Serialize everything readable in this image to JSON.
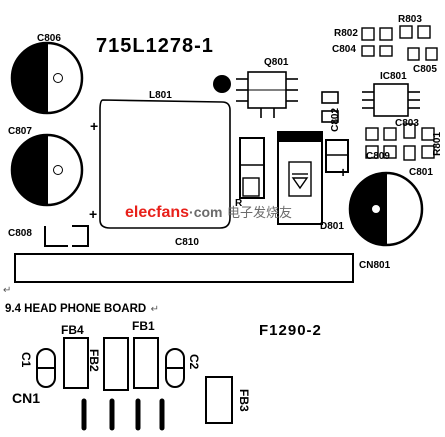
{
  "board1": {
    "model": "715L1278-1",
    "refs": {
      "c806": "C806",
      "c807": "C807",
      "c808": "C808",
      "c810": "C810",
      "l801": "L801",
      "q801": "Q801",
      "c802": "C802",
      "r802": "R802",
      "r803": "R803",
      "c804": "C804",
      "c805": "C805",
      "ic801": "IC801",
      "c803": "C803",
      "r801": "R801",
      "c809": "C809",
      "c801": "C801",
      "d801": "D801",
      "cn801": "CN801",
      "r": "R"
    },
    "plus_sign": "+",
    "watermark_latin": "elecfans",
    "watermark_dot": "·com",
    "watermark_cjk": "电子发烧友"
  },
  "section": {
    "heading": "9.4 HEAD PHONE BOARD",
    "return_mark": "↵"
  },
  "board2": {
    "model": "F1290-2",
    "refs": {
      "fb4": "FB4",
      "fb1": "FB1",
      "fb2": "FB2",
      "fb3": "FB3",
      "c1": "C1",
      "c2": "C2",
      "cn1": "CN1"
    }
  },
  "colors": {
    "ink": "#000000",
    "paper": "#ffffff",
    "watermark_red": "#e8201a",
    "watermark_gray": "#6b6b6b"
  }
}
